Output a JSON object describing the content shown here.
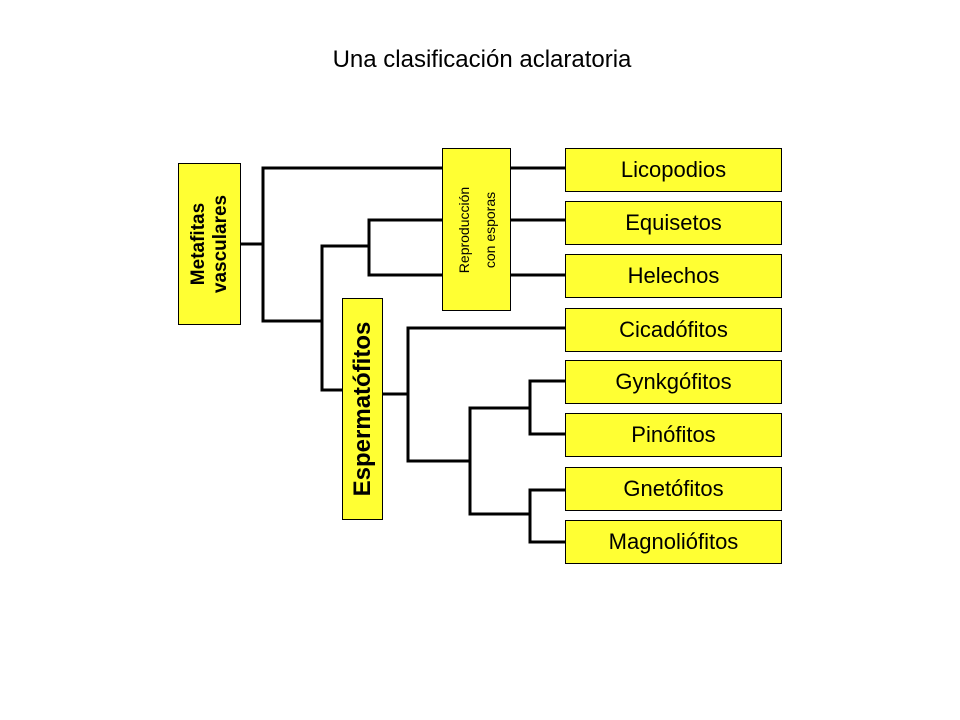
{
  "title": "Una clasificación aclaratoria",
  "colors": {
    "box_fill": "#ffff33",
    "line": "#000000",
    "background": "#ffffff"
  },
  "groups": {
    "metafitas": {
      "line1": "Metafitas",
      "line2": "vasculares"
    },
    "espermatofitos": "Espermatófitos",
    "reproduccion": {
      "line1": "Reproducción",
      "line2": "con esporas"
    }
  },
  "taxa": [
    "Licopodios",
    "Equisetos",
    "Helechos",
    "Cicadófitos",
    "Gynkgófitos",
    "Pinófitos",
    "Gnetófitos",
    "Magnoliófitos"
  ]
}
